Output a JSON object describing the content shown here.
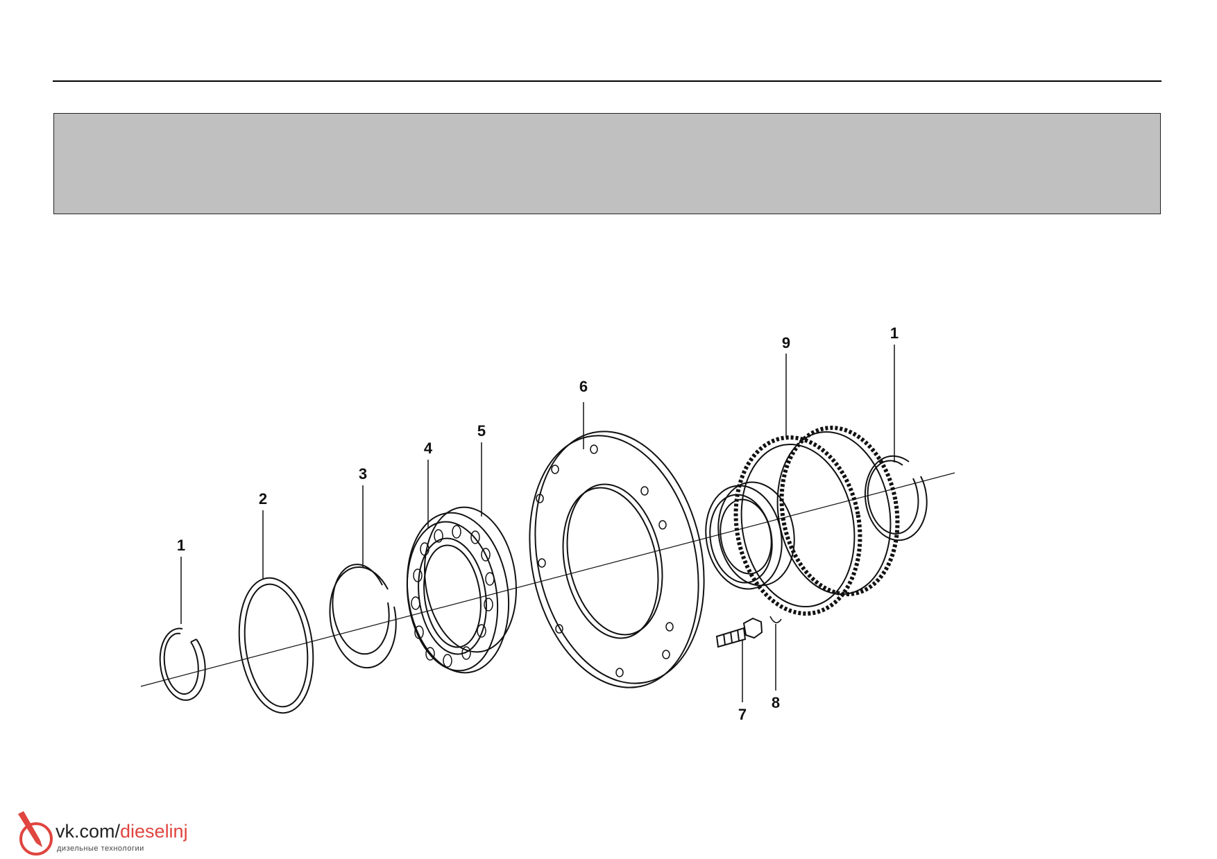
{
  "diagram": {
    "callouts": [
      {
        "id": "c1a",
        "label": "1"
      },
      {
        "id": "c2",
        "label": "2"
      },
      {
        "id": "c3",
        "label": "3"
      },
      {
        "id": "c4",
        "label": "4"
      },
      {
        "id": "c5",
        "label": "5"
      },
      {
        "id": "c6",
        "label": "6"
      },
      {
        "id": "c9",
        "label": "9"
      },
      {
        "id": "c1b",
        "label": "1"
      },
      {
        "id": "c7",
        "label": "7"
      },
      {
        "id": "c8",
        "label": "8"
      }
    ]
  },
  "watermark": {
    "site_prefix": "vk.com/",
    "site_name": "dieselinj",
    "tagline": "дизельные технологии",
    "accent_color": "#e0453f",
    "icon": "injector-icon"
  },
  "colors": {
    "banner": "#c0c0c0",
    "line": "#000000"
  }
}
